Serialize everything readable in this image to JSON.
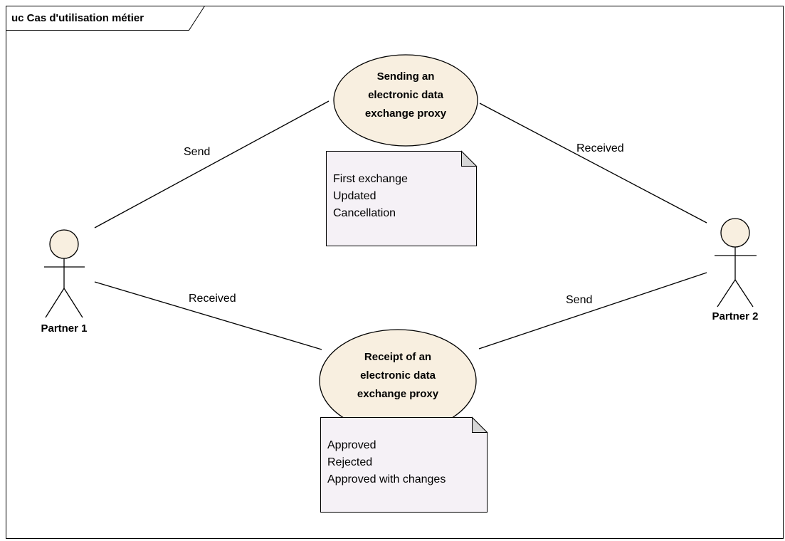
{
  "frame": {
    "title": "uc Cas d'utilisation métier"
  },
  "use_cases": {
    "sending": {
      "lines": [
        "Sending an",
        "electronic data",
        "exchange proxy"
      ]
    },
    "receipt": {
      "lines": [
        "Receipt of an",
        "electronic data",
        "exchange proxy"
      ]
    }
  },
  "actors": {
    "partner1": {
      "name": "Partner 1"
    },
    "partner2": {
      "name": "Partner 2"
    }
  },
  "associations": {
    "p1_sending": "Send",
    "sending_p2": "Received",
    "p1_receipt": "Received",
    "receipt_p2": "Send"
  },
  "notes": {
    "sending": {
      "lines": [
        "First exchange",
        "Updated",
        "Cancellation"
      ]
    },
    "receipt": {
      "lines": [
        "Approved",
        "Rejected",
        "Approved with changes"
      ]
    }
  },
  "colors": {
    "use_case_fill": "#f8efe0",
    "actor_head_fill": "#f8efe0",
    "note_fill": "#f5f1f6",
    "line": "#000000"
  }
}
